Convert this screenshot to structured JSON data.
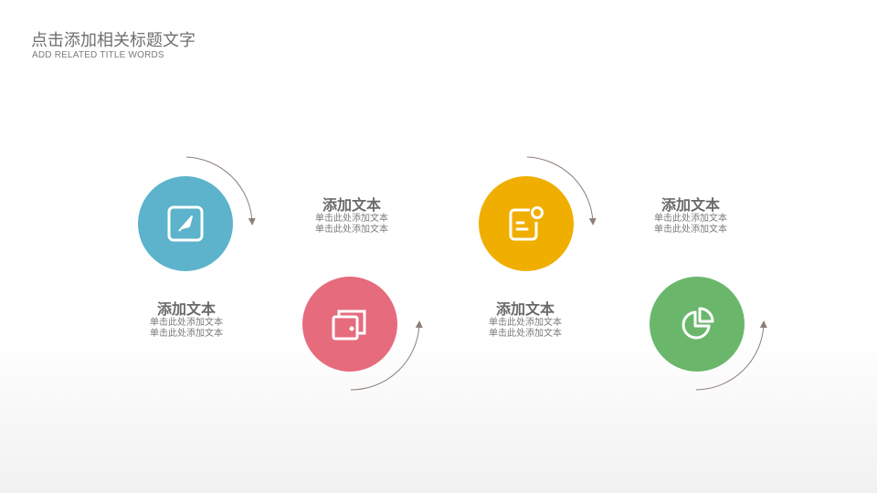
{
  "header": {
    "title": "点击添加相关标题文字",
    "subtitle": "ADD RELATED TITLE WORDS"
  },
  "steps": [
    {
      "color": "#5cb3cb",
      "icon": "compass-icon",
      "title": "添加文本",
      "line1": "单击此处添加文本",
      "line2": "单击此处添加文本"
    },
    {
      "color": "#e66b7d",
      "icon": "stacked-windows-icon",
      "title": "添加文本",
      "line1": "单击此处添加文本",
      "line2": "单击此处添加文本"
    },
    {
      "color": "#f0ae00",
      "icon": "notification-card-icon",
      "title": "添加文本",
      "line1": "单击此处添加文本",
      "line2": "单击此处添加文本"
    },
    {
      "color": "#6ab76c",
      "icon": "pie-chart-icon",
      "title": "添加文本",
      "line1": "单击此处添加文本",
      "line2": "单击此处添加文本"
    }
  ],
  "arrow_color": "#8c7f78"
}
